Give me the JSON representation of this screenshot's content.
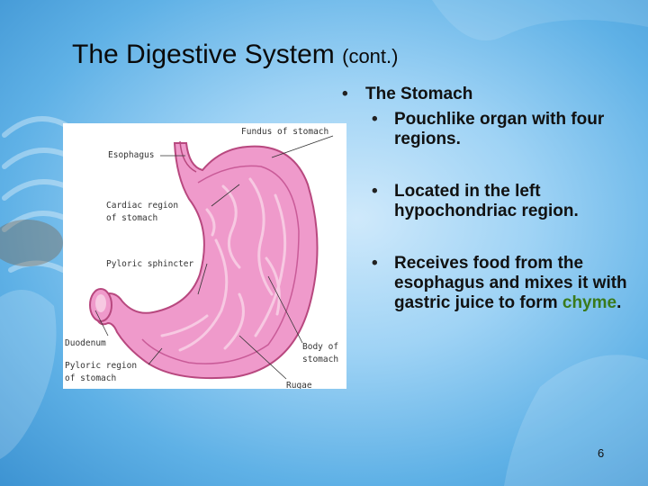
{
  "slide": {
    "title": "The Digestive System",
    "title_suffix": "(cont.)",
    "page_number": "6"
  },
  "content": {
    "heading": "The Stomach",
    "bullets": [
      {
        "text": "Pouchlike organ with four regions."
      },
      {
        "text": "Located in the left hypochondriac region."
      },
      {
        "text_before": "Receives food from the esophagus and mixes it with gastric juice to form ",
        "highlight": "chyme",
        "text_after": "."
      }
    ]
  },
  "diagram": {
    "labels": {
      "fundus": "Fundus of stomach",
      "esophagus": "Esophagus",
      "cardiac_1": "Cardiac region",
      "cardiac_2": "of stomach",
      "pyloric_sphincter": "Pyloric sphincter",
      "duodenum": "Duodenum",
      "pyloric_region_1": "Pyloric region",
      "pyloric_region_2": "of stomach",
      "body_1": "Body of",
      "body_2": "stomach",
      "rugae": "Rugae"
    }
  },
  "colors": {
    "background": "#9fd3f5",
    "highlight": "#3a7a1c",
    "stomach": "#e88ac0"
  }
}
